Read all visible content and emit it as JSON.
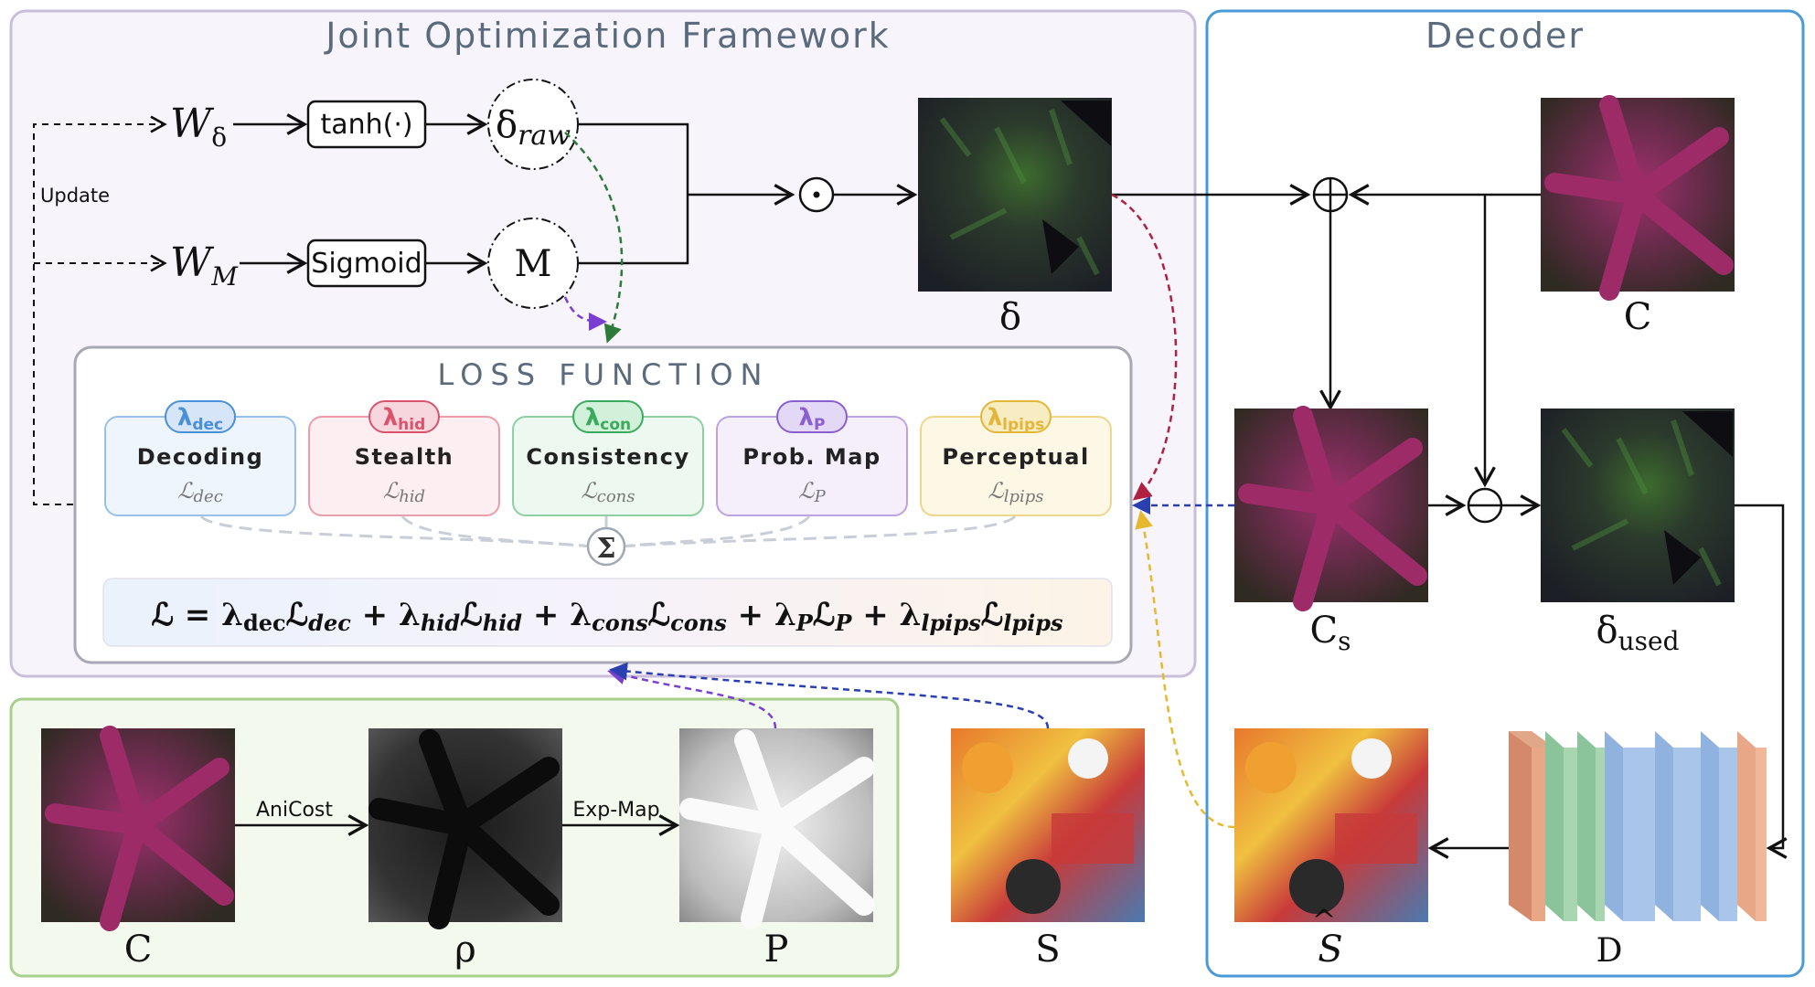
{
  "panels": {
    "joint": {
      "title": "Joint Optimization Framework",
      "update_label": "Update"
    },
    "decoder": {
      "title": "Decoder"
    }
  },
  "nodes": {
    "w_delta": "W",
    "w_delta_sub": "δ",
    "w_m": "W",
    "w_m_sub": "M",
    "tanh": "tanh(·)",
    "sigmoid": "Sigmoid",
    "delta_raw": "δ",
    "delta_raw_sub": "raw",
    "mask": "M",
    "hadamard": "⊙",
    "plus": "⊕",
    "minus": "⊖",
    "sum": "Σ"
  },
  "images": {
    "delta": "δ",
    "cover_top": "C",
    "cs": "C",
    "cs_sub": "s",
    "delta_used": "δ",
    "delta_used_sub": "used",
    "cover_bottom": "C",
    "rho": "ρ",
    "prob": "P",
    "secret": "S",
    "secret_hat": "S",
    "decoder_net": "D"
  },
  "arrows": {
    "anicost": "AniCost",
    "expmap": "Exp-Map"
  },
  "loss": {
    "title": "LOSS FUNCTION",
    "terms": [
      {
        "weight": "λ",
        "weight_sub": "dec",
        "name": "Decoding",
        "symbol": "ℒ",
        "symbol_sub": "dec"
      },
      {
        "weight": "λ",
        "weight_sub": "hid",
        "name": "Stealth",
        "symbol": "ℒ",
        "symbol_sub": "hid"
      },
      {
        "weight": "λ",
        "weight_sub": "con",
        "name": "Consistency",
        "symbol": "ℒ",
        "symbol_sub": "cons"
      },
      {
        "weight": "λ",
        "weight_sub": "P",
        "name": "Prob. Map",
        "symbol": "ℒ",
        "symbol_sub": "P"
      },
      {
        "weight": "λ",
        "weight_sub": "lpips",
        "name": "Perceptual",
        "symbol": "ℒ",
        "symbol_sub": "lpips"
      }
    ],
    "formula": {
      "lhs": "ℒ",
      "eq": "=",
      "plus": "+",
      "terms": [
        {
          "lam": "λ",
          "lam_sub": "dec",
          "L": "ℒ",
          "L_sub": "dec"
        },
        {
          "lam": "λ",
          "lam_sub": "hid",
          "L": "ℒ",
          "L_sub": "hid"
        },
        {
          "lam": "λ",
          "lam_sub": "cons",
          "L": "ℒ",
          "L_sub": "cons"
        },
        {
          "lam": "λ",
          "lam_sub": "P",
          "L": "ℒ",
          "L_sub": "P"
        },
        {
          "lam": "λ",
          "lam_sub": "lpips",
          "L": "ℒ",
          "L_sub": "lpips"
        }
      ]
    }
  },
  "colors": {
    "joint_border": "#c9bedc",
    "joint_fill": "#f8f4fc",
    "decoder_border": "#4a9ad8",
    "green_border": "#a8d08d",
    "green_fill": "#f3f9ec",
    "decoding": "#4a90d9",
    "stealth": "#d9536c",
    "consistency": "#3aaa5c",
    "probmap": "#8a5fd0",
    "perceptual": "#e3b63a",
    "red_dash": "#b02040",
    "green_dash": "#2e7a3a",
    "purple_dash": "#7a3ed0",
    "blue_dash": "#2a3fb0",
    "yellow_dash": "#e6b830"
  }
}
